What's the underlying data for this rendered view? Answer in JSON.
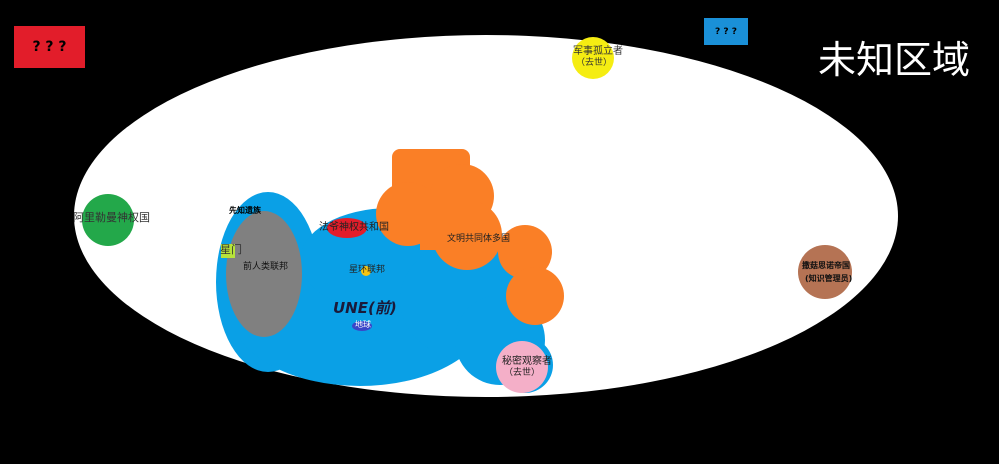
{
  "title": "未知区域",
  "unknown_red": "? ? ?",
  "unknown_blue": "? ? ?",
  "colors": {
    "background": "#000000",
    "galaxy": "#ffffff",
    "une": "#0aa0e6",
    "orange": "#fa7f26",
    "green": "#23a84a",
    "yellow": "#f5ed12",
    "brown": "#b57354",
    "pink": "#f4afc8",
    "red": "#e21d2a",
    "gray": "#808080",
    "lime": "#b7e33a",
    "earth": "#3a45c8"
  },
  "labels": {
    "military_isolationist": "军事孤立者",
    "military_deceased": "（去世）",
    "ariman": "阿里勒曼神权国",
    "forerunner": "先知遗族",
    "stargate": "星门",
    "pre_human": "前人类联邦",
    "theocracy": "法爷神权共和国",
    "civilization": "文明共同体多国",
    "star_federation": "星环联邦",
    "une": "UNE(前)",
    "earth": "地球",
    "secret_observer": "秘密观察者",
    "secret_deceased": "（去世）",
    "empire": "撒菇思诺帝国",
    "knowledge_curator": "(知识管理员)"
  }
}
